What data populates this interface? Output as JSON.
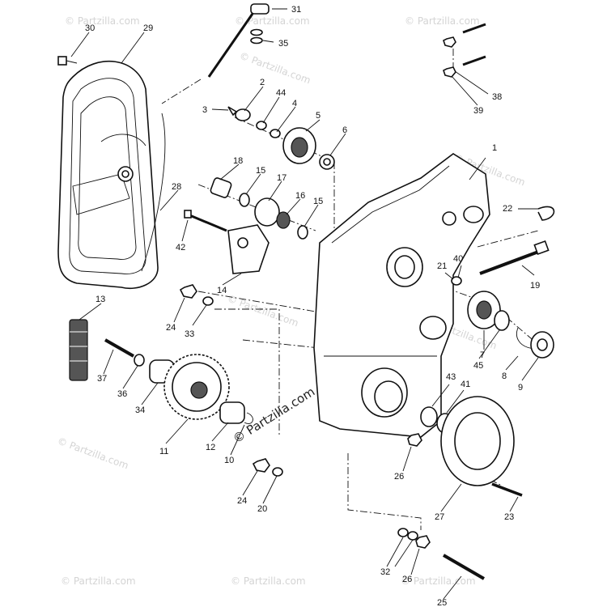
{
  "watermarks": {
    "brand": "© Partzilla.com",
    "main": "© Partzilla.com"
  },
  "callouts": [
    {
      "id": "c1",
      "label": "1"
    },
    {
      "id": "c2",
      "label": "2"
    },
    {
      "id": "c3",
      "label": "3"
    },
    {
      "id": "c4",
      "label": "4"
    },
    {
      "id": "c5",
      "label": "5"
    },
    {
      "id": "c6",
      "label": "6"
    },
    {
      "id": "c7",
      "label": "7"
    },
    {
      "id": "c8",
      "label": "8"
    },
    {
      "id": "c9",
      "label": "9"
    },
    {
      "id": "c10",
      "label": "10"
    },
    {
      "id": "c11",
      "label": "11"
    },
    {
      "id": "c12",
      "label": "12"
    },
    {
      "id": "c13",
      "label": "13"
    },
    {
      "id": "c14",
      "label": "14"
    },
    {
      "id": "c15a",
      "label": "15"
    },
    {
      "id": "c15b",
      "label": "15"
    },
    {
      "id": "c16",
      "label": "16"
    },
    {
      "id": "c17",
      "label": "17"
    },
    {
      "id": "c18",
      "label": "18"
    },
    {
      "id": "c19",
      "label": "19"
    },
    {
      "id": "c20",
      "label": "20"
    },
    {
      "id": "c21",
      "label": "21"
    },
    {
      "id": "c22",
      "label": "22"
    },
    {
      "id": "c23",
      "label": "23"
    },
    {
      "id": "c24a",
      "label": "24"
    },
    {
      "id": "c24b",
      "label": "24"
    },
    {
      "id": "c25",
      "label": "25"
    },
    {
      "id": "c26a",
      "label": "26"
    },
    {
      "id": "c26b",
      "label": "26"
    },
    {
      "id": "c27",
      "label": "27"
    },
    {
      "id": "c28",
      "label": "28"
    },
    {
      "id": "c29",
      "label": "29"
    },
    {
      "id": "c30",
      "label": "30"
    },
    {
      "id": "c31",
      "label": "31"
    },
    {
      "id": "c32",
      "label": "32"
    },
    {
      "id": "c33",
      "label": "33"
    },
    {
      "id": "c34",
      "label": "34"
    },
    {
      "id": "c35",
      "label": "35"
    },
    {
      "id": "c36",
      "label": "36"
    },
    {
      "id": "c37",
      "label": "37"
    },
    {
      "id": "c38",
      "label": "38"
    },
    {
      "id": "c39",
      "label": "39"
    },
    {
      "id": "c40",
      "label": "40"
    },
    {
      "id": "c41",
      "label": "41"
    },
    {
      "id": "c42",
      "label": "42"
    },
    {
      "id": "c43",
      "label": "43"
    },
    {
      "id": "c44",
      "label": "44"
    },
    {
      "id": "c45",
      "label": "45"
    }
  ]
}
